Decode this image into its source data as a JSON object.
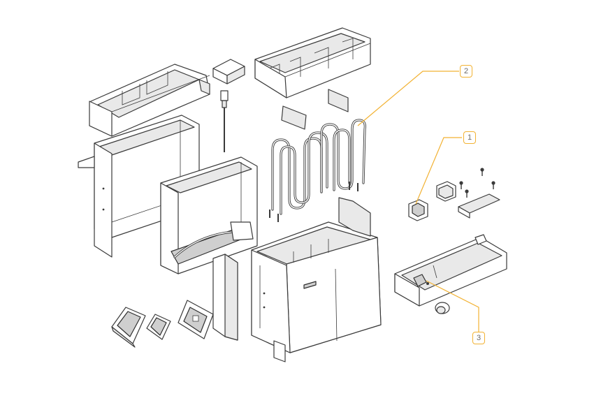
{
  "callouts": [
    {
      "id": "c1",
      "label": "1"
    },
    {
      "id": "c2",
      "label": "2"
    },
    {
      "id": "c3",
      "label": "3"
    }
  ],
  "colors": {
    "leader": "#f2b233",
    "outline": "#3a3a3a",
    "background": "#ffffff"
  }
}
